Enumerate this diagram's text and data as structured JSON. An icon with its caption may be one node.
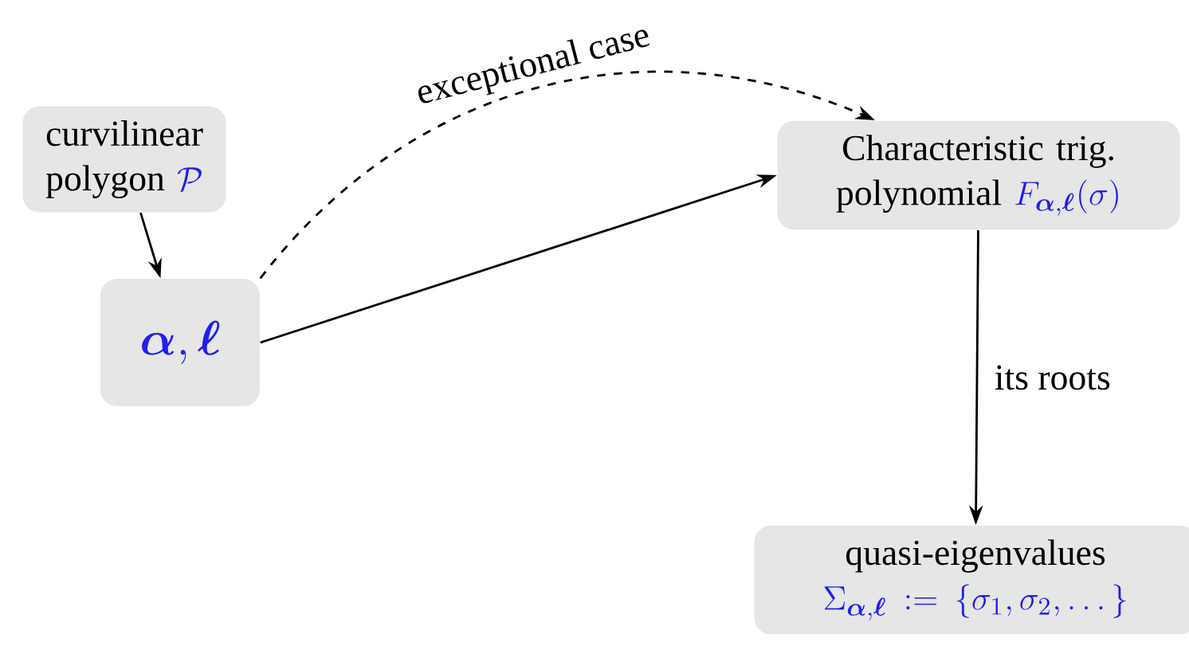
{
  "diagram": {
    "nodes": [
      {
        "text": [
          "curvilinear polygon",
          "\\mathcal{P}"
        ]
      },
      {
        "text": [
          "\\boldsymbol{\\alpha}, \\boldsymbol{\\ell}"
        ]
      },
      {
        "text": [
          "Characteristic trig. polynomial",
          "F_{\\boldsymbol{\\alpha},\\boldsymbol{\\ell}}(\\sigma)"
        ]
      },
      {
        "text": [
          "quasi-eigenvalues",
          "\\Sigma_{\\boldsymbol{\\alpha},\\boldsymbol{\\ell}} := \\{\\sigma_1, \\sigma_2, \\dots\\}"
        ]
      }
    ],
    "edges": [
      {
        "from": 0,
        "to": 1,
        "arrow": "to"
      },
      {
        "from": 1,
        "to": 2,
        "arrow": "to"
      },
      {
        "from": 1,
        "to": 2,
        "arrow": "to",
        "style": "dashed",
        "label": "exceptional case"
      },
      {
        "from": 2,
        "to": 3,
        "arrow": "to",
        "label": "its roots"
      }
    ]
  }
}
